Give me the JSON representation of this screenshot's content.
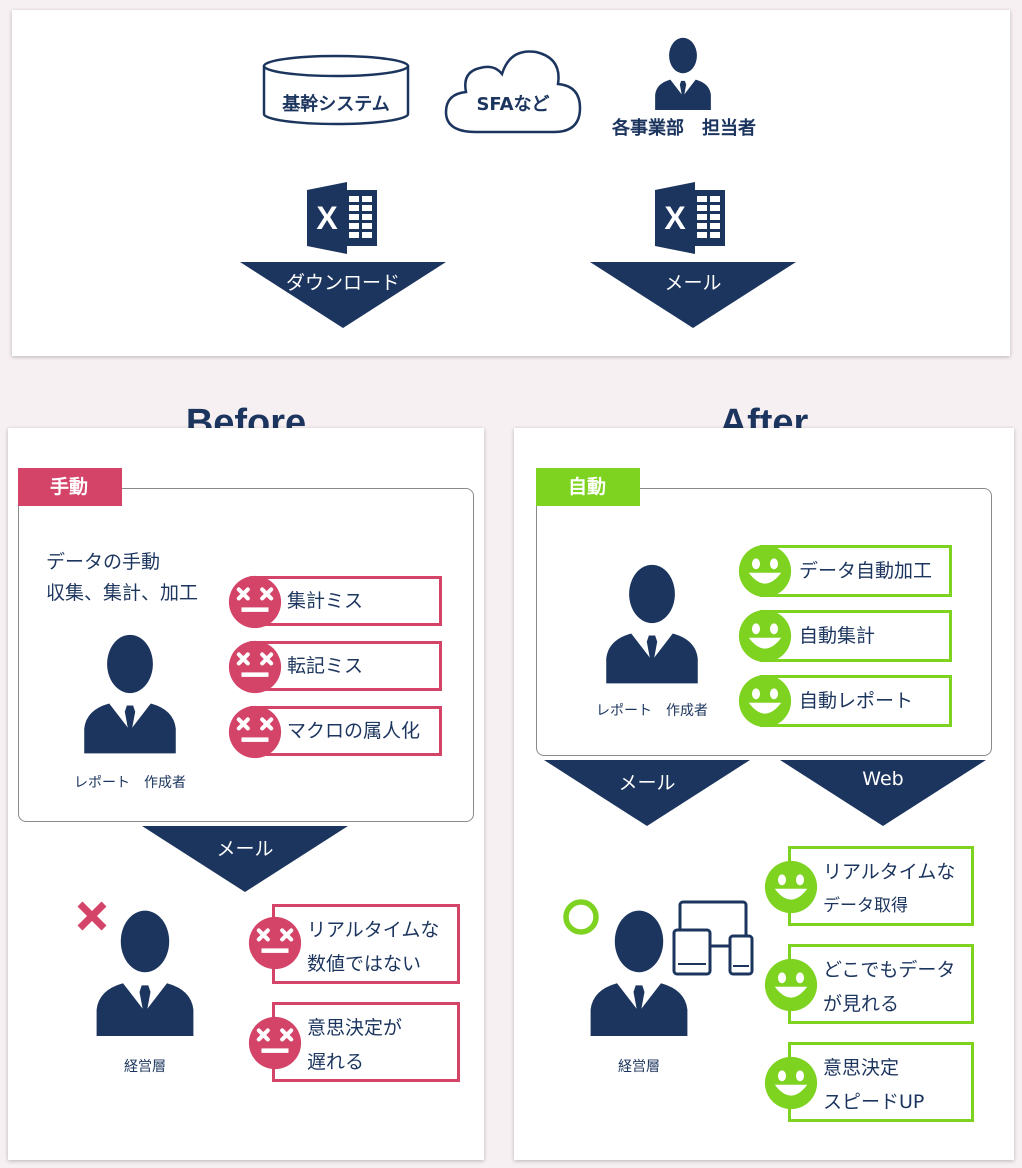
{
  "top": {
    "sources": {
      "core_system": "基幹システム",
      "sfa": "SFAなど",
      "staff": "各事業部　担当者"
    },
    "arrows": {
      "download": "ダウンロード",
      "mail": "メール"
    }
  },
  "before": {
    "title": "Before",
    "tag": "手動",
    "desc_line1": "データの手動",
    "desc_line2": "収集、集計、加工",
    "person_label": "レポート　作成者",
    "issues": [
      "集計ミス",
      "転記ミス",
      "マクロの属人化"
    ],
    "arrow_label": "メール",
    "exec_label": "経営層",
    "results": [
      {
        "line1": "リアルタイムな",
        "line2": "数値ではない"
      },
      {
        "line1": "意思決定が",
        "line2": "遅れる"
      }
    ]
  },
  "after": {
    "title": "After",
    "tag": "自動",
    "person_label": "レポート　作成者",
    "benefits": [
      "データ自動加工",
      "自動集計",
      "自動レポート"
    ],
    "arrow_mail": "メール",
    "arrow_web": "Web",
    "exec_label": "経営層",
    "results": [
      {
        "line1": "リアルタイムな",
        "line2": "データ取得"
      },
      {
        "line1": "どこでもデータ",
        "line2": "が見れる"
      },
      {
        "line1": "意思決定",
        "line2": "スピードUP"
      }
    ]
  },
  "colors": {
    "navy": "#1c355e",
    "red": "#d44469",
    "green": "#7ed321",
    "background": "#f7f0f2"
  },
  "icons": {
    "database": "database-icon",
    "cloud": "cloud-icon",
    "person": "person-icon",
    "excel": "excel-icon",
    "sad_face": "sad-face-icon",
    "smile_face": "smile-face-icon",
    "cross": "cross-icon",
    "circle": "circle-icon",
    "devices": "devices-icon"
  }
}
